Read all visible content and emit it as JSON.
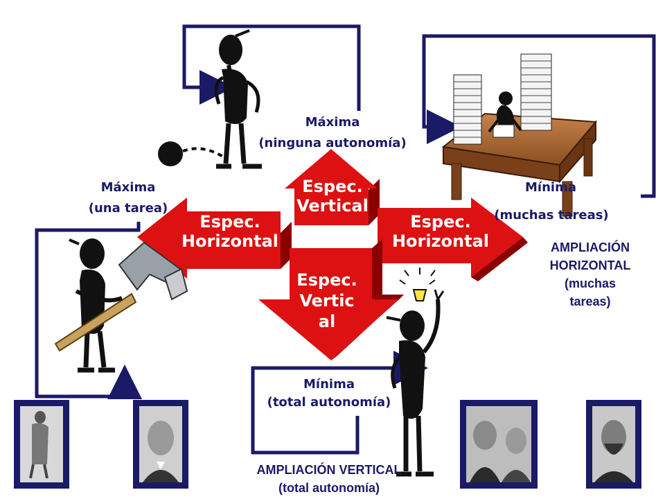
{
  "labels": {
    "vertical_max": "Máxima",
    "vertical_max_sub": "(ninguna autonomía)",
    "horizontal_max": "Máxima",
    "horizontal_max_sub": "(una tarea)",
    "horizontal_min": "Mínima",
    "horizontal_min_sub": "(muchas tareas)",
    "vertical_min": "Mínima",
    "vertical_min_sub": "(total autonomía)"
  },
  "arrows": {
    "up": [
      "Espec.",
      "Vertical"
    ],
    "left": [
      "Espec.",
      "Horizontal"
    ],
    "right": [
      "Espec.",
      "Horizontal"
    ],
    "down": [
      "Espec.",
      "Vertic",
      "al"
    ]
  },
  "enlargement": {
    "horizontal": [
      "AMPLIACIÓN",
      "HORIZONTAL",
      "(muchas",
      "tareas)"
    ],
    "vertical": [
      "AMPLIACIÓN VERTICAL",
      "(total autonomía)"
    ]
  },
  "colors": {
    "arrow_red": "#dd1111",
    "frame_navy": "#1a1a66"
  }
}
